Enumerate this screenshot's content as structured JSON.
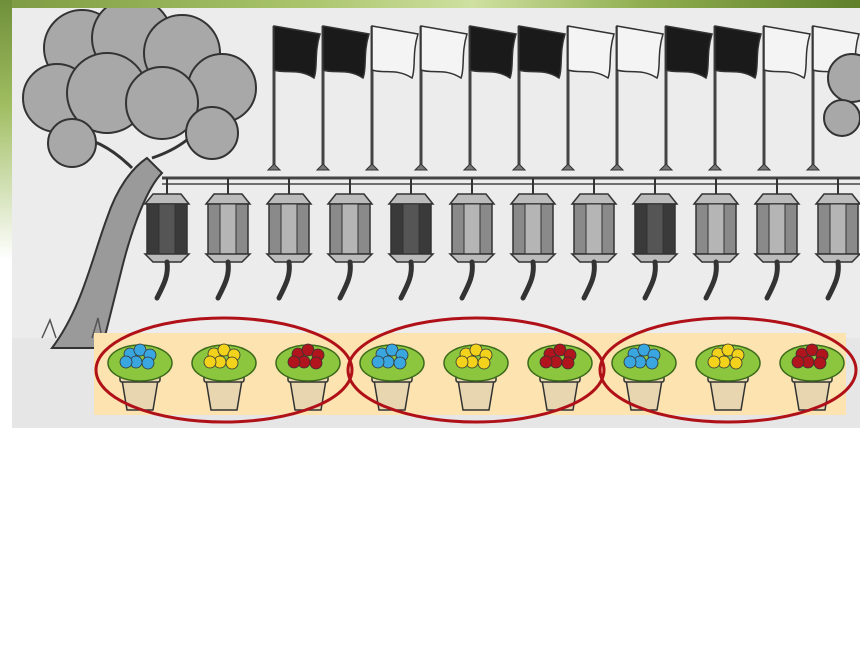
{
  "scene": {
    "flags": [
      {
        "color": "#1a1a1a",
        "kind": "black"
      },
      {
        "color": "#1a1a1a",
        "kind": "black"
      },
      {
        "color": "#f4f4f4",
        "kind": "white"
      },
      {
        "color": "#f4f4f4",
        "kind": "white"
      },
      {
        "color": "#1a1a1a",
        "kind": "black"
      },
      {
        "color": "#1a1a1a",
        "kind": "black"
      },
      {
        "color": "#f4f4f4",
        "kind": "white"
      },
      {
        "color": "#f4f4f4",
        "kind": "white"
      },
      {
        "color": "#1a1a1a",
        "kind": "black"
      },
      {
        "color": "#1a1a1a",
        "kind": "black"
      },
      {
        "color": "#f4f4f4",
        "kind": "white"
      },
      {
        "color": "#f4f4f4",
        "kind": "white"
      }
    ],
    "lanterns": [
      {
        "kind": "dark",
        "color": "#3a3a3a"
      },
      {
        "kind": "grey",
        "color": "#8a8a8a"
      },
      {
        "kind": "grey",
        "color": "#8a8a8a"
      },
      {
        "kind": "grey",
        "color": "#8a8a8a"
      },
      {
        "kind": "dark",
        "color": "#3a3a3a"
      },
      {
        "kind": "grey",
        "color": "#8a8a8a"
      },
      {
        "kind": "grey",
        "color": "#8a8a8a"
      },
      {
        "kind": "grey",
        "color": "#8a8a8a"
      },
      {
        "kind": "dark",
        "color": "#3a3a3a"
      },
      {
        "kind": "grey",
        "color": "#8a8a8a"
      },
      {
        "kind": "grey",
        "color": "#8a8a8a"
      },
      {
        "kind": "grey",
        "color": "#8a8a8a"
      }
    ],
    "flower_pots": [
      {
        "flower": "blue",
        "color": "#3aa6e0"
      },
      {
        "flower": "yellow",
        "color": "#f2d21b"
      },
      {
        "flower": "red",
        "color": "#b0141c"
      },
      {
        "flower": "blue",
        "color": "#3aa6e0"
      },
      {
        "flower": "yellow",
        "color": "#f2d21b"
      },
      {
        "flower": "red",
        "color": "#b0141c"
      },
      {
        "flower": "blue",
        "color": "#3aa6e0"
      },
      {
        "flower": "yellow",
        "color": "#f2d21b"
      },
      {
        "flower": "red",
        "color": "#b0141c"
      }
    ],
    "group_circle_color": "#b01018",
    "flower_strip_color": "#fde3b0",
    "leaf_color": "#8cc63f",
    "pot_color": "#e8d6b0"
  }
}
